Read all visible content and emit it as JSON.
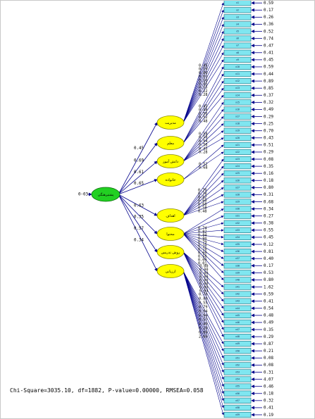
{
  "fit_statistics": "Chi-Square=3035.10, df=1882, P-value=0.00000, RMSEA=0.058",
  "colors": {
    "latent_fill": "#ffff00",
    "latent_stroke": "#8a8a00",
    "root_fill": "#22d022",
    "root_stroke": "#0a6a0a",
    "indicator_fill": "#7fe6f0",
    "indicator_stroke": "#1a6a7a",
    "path": "#00008b"
  },
  "root": {
    "label": "پشتیرهنگی",
    "error": "0-03"
  },
  "factors": [
    {
      "label": "مدیریت",
      "coef": "0.45"
    },
    {
      "label": "معلم",
      "coef": "0.69"
    },
    {
      "label": "دانش آموز",
      "coef": "0.61"
    },
    {
      "label": "خانواده",
      "coef": "0.65"
    },
    {
      "label": "اهداف",
      "coef": "0.63"
    },
    {
      "label": "محتوا",
      "coef": "0.35"
    },
    {
      "label": "روش تدریس",
      "coef": "0.57"
    },
    {
      "label": "ارزیابی",
      "coef": "0.34"
    }
  ],
  "errors": [
    "0.59",
    "0.17",
    "0.26",
    "0.36",
    "0.52",
    "0.74",
    "0.47",
    "0.41",
    "0.45",
    "0.59",
    "0.44",
    "0.89",
    "0.85",
    "0.37",
    "0.32",
    "0.49",
    "0.29",
    "0.25",
    "0.70",
    "0.43",
    "0.51",
    "0.29",
    "0.08",
    "0.35",
    "0.16",
    "0.18",
    "0.80",
    "0.31",
    "0.68",
    "0.34",
    "0.27",
    "0.38",
    "0.55",
    "0.45",
    "0.12",
    "0.81",
    "0.40",
    "0.17",
    "0.53",
    "0.80",
    "1.62",
    "0.59",
    "0.41",
    "0.54",
    "0.48",
    "0.49",
    "0.35",
    "0.29",
    "0.87",
    "0.21",
    "0.08",
    "0.08",
    "0.31",
    "4.07",
    "0.46",
    "0.18",
    "0.32",
    "0.41",
    "0.19"
  ],
  "loadings": [
    {
      "factor": 0,
      "values": [
        "0.45",
        "0.59",
        "0.86",
        "0.61",
        "0.50",
        "0.45",
        "0.55",
        "0.22",
        "0.28"
      ]
    },
    {
      "factor": 1,
      "values": [
        "0.45",
        "0.48",
        "0.56",
        "0.52",
        "0.48"
      ]
    },
    {
      "factor": 2,
      "values": [
        "0.58",
        "0.58",
        "0.54",
        "0.56",
        "0.45",
        "0.28"
      ]
    },
    {
      "factor": 3,
      "values": [
        "0.52",
        "0.68"
      ]
    },
    {
      "factor": 4,
      "values": [
        "0.70",
        "0.78",
        "0.82",
        "0.60",
        "0.68",
        "0.58",
        "0.48"
      ]
    },
    {
      "factor": 5,
      "values": [
        "0.74",
        "0.82",
        "0.84",
        "0.80",
        "0.79",
        "0.70",
        "0.78",
        "0.60",
        "0.58",
        "0.00",
        "0.01"
      ]
    },
    {
      "factor": 6,
      "values": [
        "0.00",
        "0.00",
        "0.00",
        "0.00",
        "0.00",
        "0.00",
        "0.00",
        "0.04"
      ]
    },
    {
      "factor": 7,
      "values": [
        "0.70",
        "0.89",
        "0.55",
        "0.79",
        "0.94",
        "0.94",
        "0.57",
        "0.40",
        "0.28",
        "0.88",
        "2.60"
      ]
    }
  ]
}
